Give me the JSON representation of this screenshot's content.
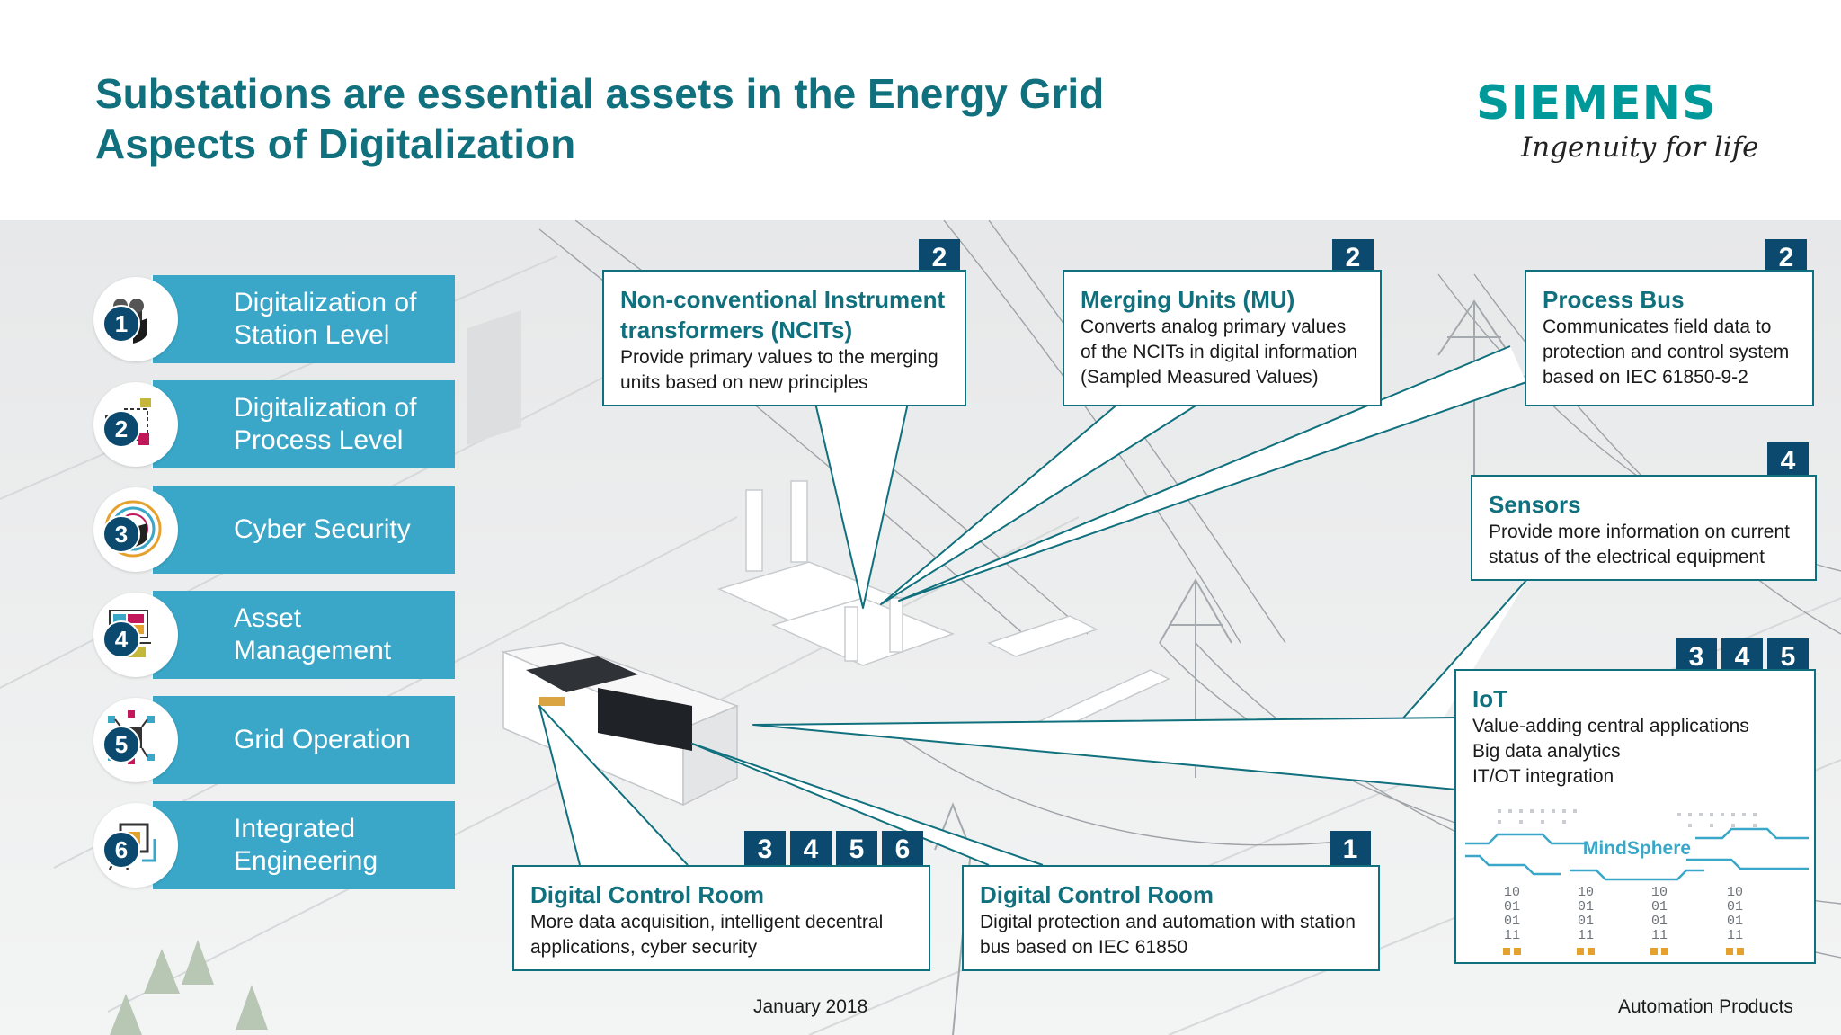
{
  "title": {
    "line1": "Substations are essential assets in the Energy Grid",
    "line2": "Aspects of Digitalization"
  },
  "logo": {
    "word": "SIEMENS",
    "tagline": "Ingenuity for life"
  },
  "aspects": [
    {
      "number": "1",
      "label": "Digitalization of Station Level",
      "icon": "substation-shield-icon"
    },
    {
      "number": "2",
      "label": "Digitalization of Process Level",
      "icon": "process-devices-icon"
    },
    {
      "number": "3",
      "label": "Cyber Security",
      "icon": "cyber-shield-icon"
    },
    {
      "number": "4",
      "label": "Asset Management",
      "icon": "asset-monitor-icon"
    },
    {
      "number": "5",
      "label": "Grid Operation",
      "icon": "grid-network-icon"
    },
    {
      "number": "6",
      "label": "Integrated Engineering",
      "icon": "engineering-chip-icon"
    }
  ],
  "callouts": {
    "ncit": {
      "tags": [
        "2"
      ],
      "title": "Non-conventional Instrument transformers (NCITs)",
      "text": "Provide primary values to the merging units based on new principles"
    },
    "merging_units": {
      "tags": [
        "2"
      ],
      "title": "Merging Units (MU)",
      "text": "Converts analog primary values of the NCITs in digital information (Sampled Measured Values)"
    },
    "process_bus": {
      "tags": [
        "2"
      ],
      "title": "Process Bus",
      "text": "Communicates field data to protection and control system based on IEC 61850-9-2"
    },
    "sensors": {
      "tags": [
        "4"
      ],
      "title": "Sensors",
      "text": "Provide more information on current status of the electrical equipment"
    },
    "iot": {
      "tags": [
        "3",
        "4",
        "5"
      ],
      "title": "IoT",
      "lines": [
        "Value-adding central applications",
        "Big data analytics",
        "IT/OT integration"
      ]
    },
    "control_room_a": {
      "tags": [
        "3",
        "4",
        "5",
        "6"
      ],
      "title": "Digital Control Room",
      "text": "More data acquisition, intelligent decentral applications, cyber security"
    },
    "control_room_b": {
      "tags": [
        "1"
      ],
      "title": "Digital Control Room",
      "text": "Digital protection and automation with station bus based on IEC 61850"
    }
  },
  "mindsphere": {
    "label": "MindSphere",
    "binary": [
      "10",
      "01",
      "01",
      "11"
    ]
  },
  "footer": {
    "date": "January 2018",
    "department": "Automation Products"
  },
  "colors": {
    "teal": "#10707d",
    "aspect_blue": "#3aa7c8",
    "tag_navy": "#0b4a6e",
    "siemens": "#009999"
  }
}
